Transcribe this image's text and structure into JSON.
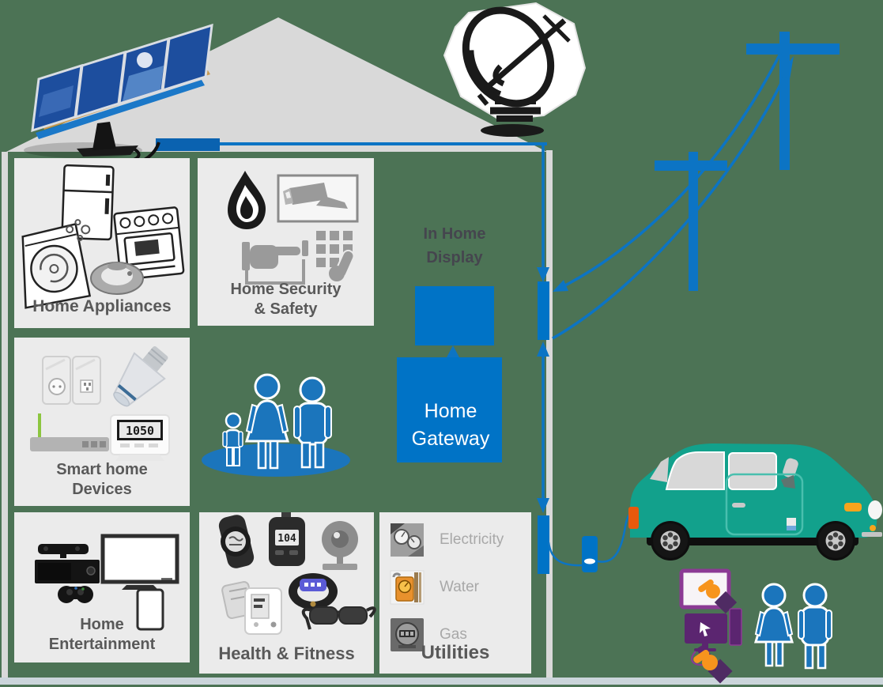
{
  "colors": {
    "background": "#4C7355",
    "accent_blue": "#0C74C4",
    "box_blue": "#0073C6",
    "dark_blue_bar": "#0A62B0",
    "panel_bg": "#EBEBEB",
    "label_gray": "#595959",
    "utility_label_gray": "#A8A8A8",
    "roof_gray": "#D9D9D9",
    "car_teal": "#12A18C",
    "orange": "#F7941D",
    "purple": "#5B2570"
  },
  "panels": {
    "appliances": {
      "label": "Home Appliances",
      "icons": [
        "refrigerator-icon",
        "stove-icon",
        "washing-machine-icon",
        "robot-vacuum-icon"
      ]
    },
    "security": {
      "label_line1": "Home Security",
      "label_line2": "& Safety",
      "icons": [
        "flame-icon",
        "security-camera-icon",
        "doorbell-hand-icon",
        "keypad-icon"
      ]
    },
    "smart_devices": {
      "label_line1": "Smart home",
      "label_line2": "Devices",
      "icons": [
        "smart-plug-icon",
        "smart-plug-icon",
        "smart-bulb-icon",
        "router-icon",
        "thermostat-icon"
      ]
    },
    "entertainment": {
      "label_line1": "Home",
      "label_line2": "Entertainment",
      "icons": [
        "kinect-icon",
        "game-console-icon",
        "game-controller-icon",
        "tv-icon",
        "tablet-icon"
      ]
    },
    "health": {
      "label": "Health & Fitness",
      "icons": [
        "sport-watch-icon",
        "glucose-meter-icon",
        "webcam-icon",
        "blood-pressure-monitor-icon",
        "fitness-band-icon",
        "smart-glasses-icon"
      ]
    },
    "utilities": {
      "title": "Utilities",
      "items": [
        {
          "label": "Electricity",
          "icon": "electricity-meter-icon"
        },
        {
          "label": "Water",
          "icon": "water-meter-icon"
        },
        {
          "label": "Gas",
          "icon": "gas-meter-icon"
        }
      ]
    }
  },
  "display": {
    "label_line1": "In Home",
    "label_line2": "Display"
  },
  "gateway": {
    "label_line1": "Home",
    "label_line2": "Gateway"
  },
  "devices": {
    "thermostat_reading": "1050",
    "glucose_reading": "104"
  },
  "scene_icons": [
    "solar-panel-icon",
    "satellite-dish-icon",
    "utility-pole-icon",
    "utility-pole-icon",
    "family-icon",
    "electric-car-icon",
    "ev-charger-icon",
    "junction-box",
    "junction-box",
    "tablet-touch-icon",
    "desktop-computer-icon",
    "phone-hand-icon",
    "woman-icon",
    "man-icon"
  ]
}
